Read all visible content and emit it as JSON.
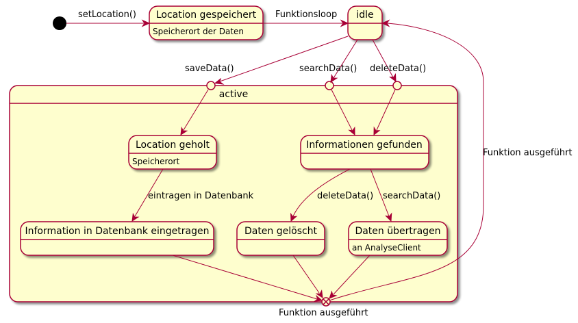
{
  "states": {
    "location_gespeichert": {
      "title": "Location gespeichert",
      "desc": "Speicherort der Daten"
    },
    "idle": {
      "title": "idle"
    },
    "active": {
      "title": "active"
    },
    "location_geholt": {
      "title": "Location geholt",
      "desc": "Speicherort"
    },
    "informationen_gefunden": {
      "title": "Informationen gefunden"
    },
    "information_eingetragen": {
      "title": "Information in Datenbank eingetragen"
    },
    "daten_geloescht": {
      "title": "Daten gelöscht"
    },
    "daten_uebertragen": {
      "title": "Daten übertragen",
      "desc": "an AnalyseClient"
    }
  },
  "transitions": {
    "set_location": "setLocation()",
    "funktionsloop": "Funktionsloop",
    "save_data": "saveData()",
    "search_data": "searchData()",
    "delete_data": "deleteData()",
    "eintragen": "eintragen in Datenbank",
    "inner_delete": "deleteData()",
    "inner_search": "searchData()",
    "funktion_ausgefuehrt_return": "Funktion ausgeführt",
    "exit_point": "Funktion ausgeführt"
  },
  "colors": {
    "state_fill": "#FEFECE",
    "state_border": "#A80036",
    "edge": "#A80036"
  }
}
